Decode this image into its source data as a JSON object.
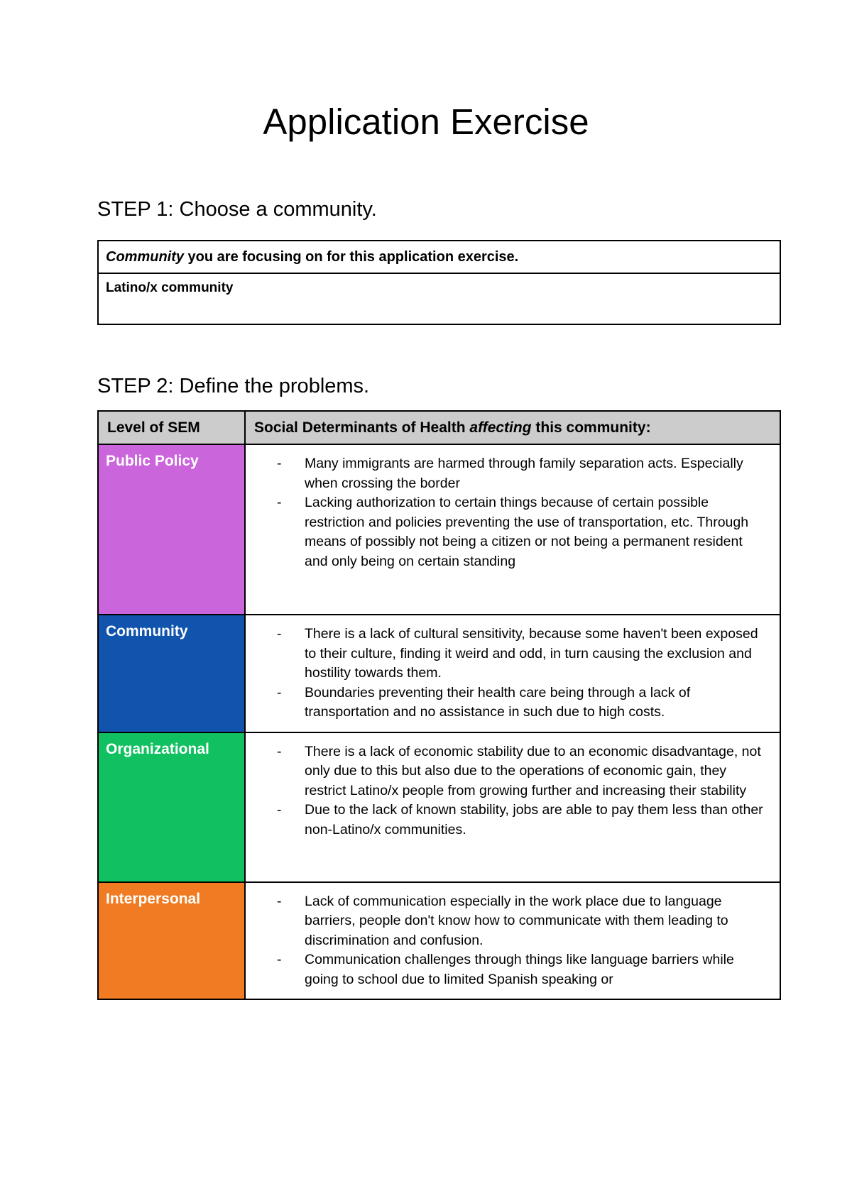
{
  "title": "Application Exercise",
  "colors": {
    "header_bg": "#CCCCCC",
    "border": "#000000",
    "row_label_text": "#FFFFFF"
  },
  "step1": {
    "heading": "STEP 1: Choose a community.",
    "table": {
      "label_italic": "Community",
      "label_rest": " you are focusing on for this application exercise.",
      "value": "Latino/x community"
    }
  },
  "step2": {
    "heading": "STEP 2: Define the problems.",
    "table": {
      "col1_header": "Level of SEM",
      "col2_header": {
        "before": "Social Determinants of Health ",
        "italic": "affecting",
        "after": " this community:"
      },
      "rows": [
        {
          "level": "Public Policy",
          "color": "#CA65DC",
          "bullet_marker": "-",
          "bullets": [
            "Many immigrants are harmed through family separation acts. Especially when crossing the border",
            "Lacking authorization to certain things because of certain possible restriction and policies preventing the use of transportation, etc. Through means of possibly not being a citizen or not being a permanent resident and only being on certain standing"
          ]
        },
        {
          "level": "Community",
          "color": "#1154AD",
          "bullet_marker": "-",
          "bullets": [
            "There is a lack of cultural sensitivity, because some haven't been exposed to their culture, finding it weird and odd, in turn causing the exclusion and hostility towards them.",
            "Boundaries preventing their health care being through a lack of transportation and no assistance in such due to high costs."
          ]
        },
        {
          "level": "Organizational",
          "color": "#10C061",
          "bullet_marker": "-",
          "bullets": [
            "There is a lack of economic stability due to an economic disadvantage, not only due to this but also due to the operations of economic gain, they restrict Latino/x people from growing further and increasing their stability",
            "Due to the lack of known stability, jobs are able to pay them less than other non-Latino/x communities."
          ]
        },
        {
          "level": "Interpersonal",
          "color": "#F07B22",
          "bullet_marker": "-",
          "bullets": [
            "Lack of communication especially in the work place due to language barriers, people don't know how to communicate with them leading to discrimination and confusion.",
            "Communication challenges through things like language barriers while going to school due to limited Spanish speaking or"
          ]
        }
      ]
    }
  }
}
